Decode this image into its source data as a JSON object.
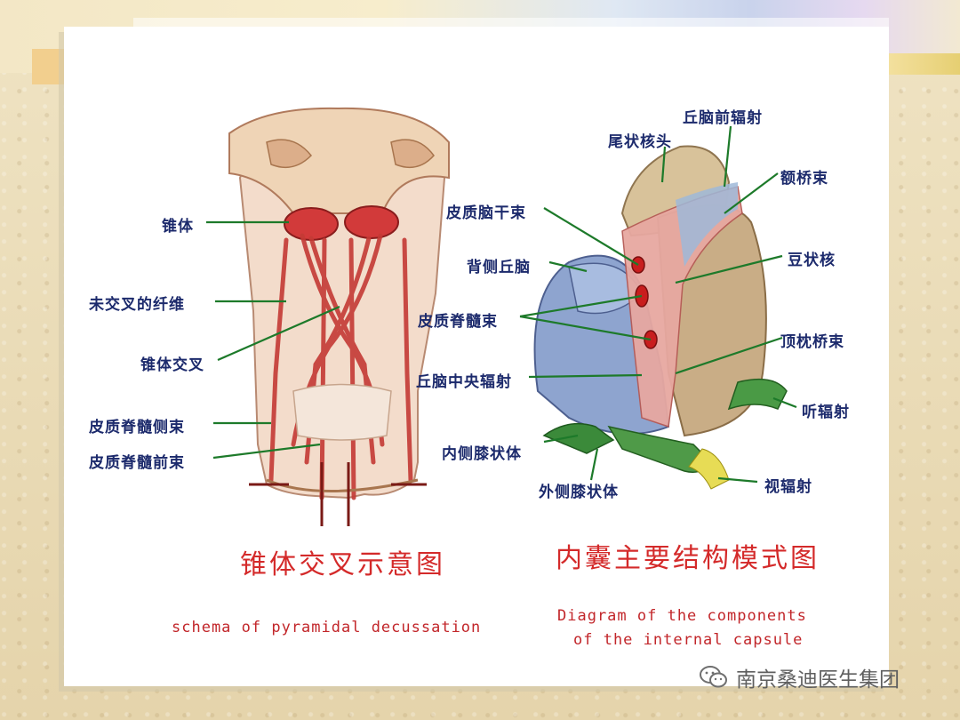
{
  "left_diagram": {
    "labels": [
      "锥体",
      "未交叉的纤维",
      "锥体交叉",
      "皮质脊髓侧束",
      "皮质脊髓前束"
    ],
    "title_cn": "锥体交叉示意图",
    "title_en": "schema of pyramidal decussation"
  },
  "right_diagram": {
    "labels": [
      "丘脑前辐射",
      "尾状核头",
      "额桥束",
      "皮质脑干束",
      "背侧丘脑",
      "豆状核",
      "皮质脊髓束",
      "顶枕桥束",
      "丘脑中央辐射",
      "听辐射",
      "内侧膝状体",
      "外侧膝状体",
      "视辐射"
    ],
    "title_cn": "内囊主要结构模式图",
    "title_en_line1": "Diagram of the components",
    "title_en_line2": "of the internal capsule"
  },
  "watermark": {
    "icon": "wechat-icon",
    "text": "南京桑迪医生集团"
  },
  "colors": {
    "label_blue": "#1c2a6c",
    "title_red": "#d42a2a",
    "leader_green": "#1d7a2a"
  }
}
